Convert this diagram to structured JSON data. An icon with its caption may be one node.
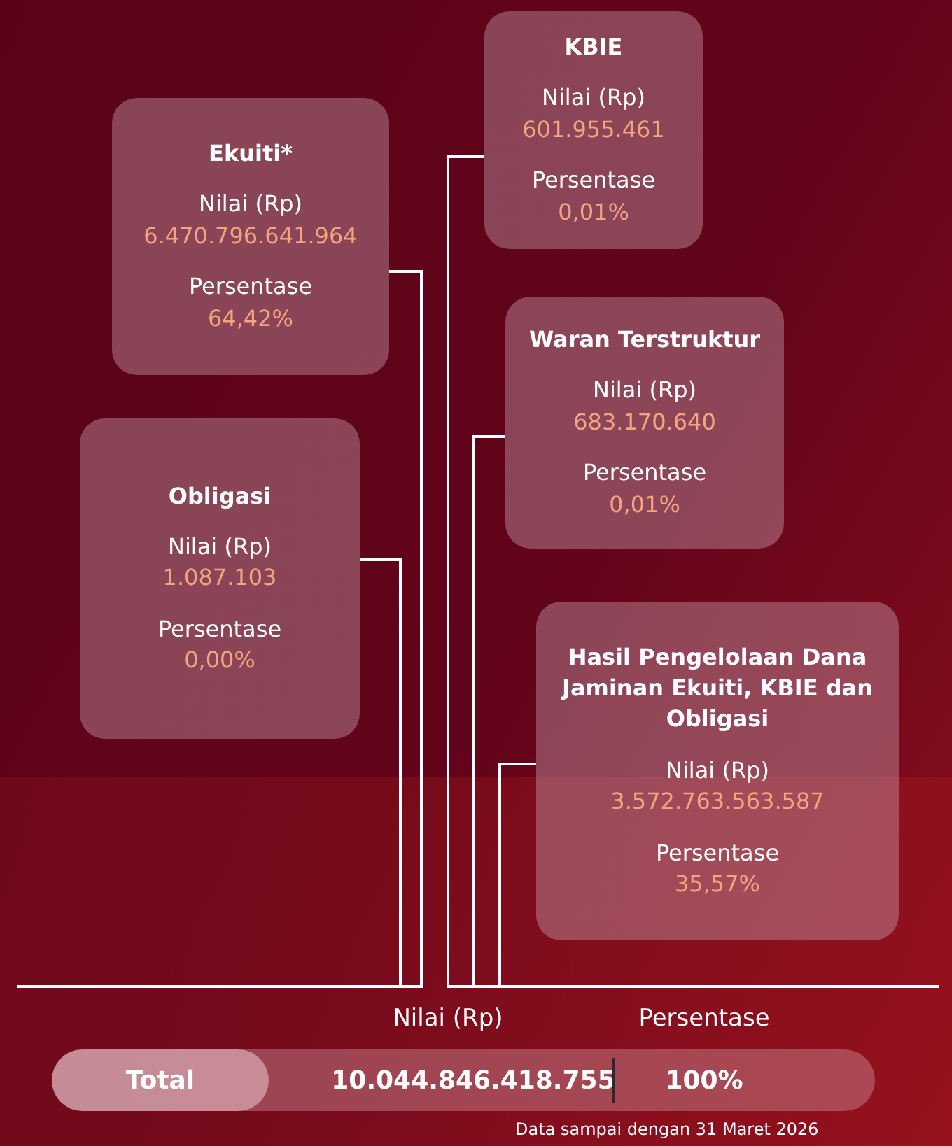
{
  "diagram": {
    "nodes": [
      {
        "text": [
          "Ekuiti*",
          "Nilai (Rp)",
          "6.470.796.641.964",
          "Persentase",
          "64,42%"
        ]
      },
      {
        "text": [
          "Obligasi",
          "Nilai (Rp)",
          "1.087.103",
          "Persentase",
          "0,00%"
        ]
      },
      {
        "text": [
          "KBIE",
          "Nilai (Rp)",
          "601.955.461",
          "Persentase",
          "0,01%"
        ]
      },
      {
        "text": [
          "Waran Terstruktur",
          "Nilai (Rp)",
          "683.170.640",
          "Persentase",
          "0,01%"
        ]
      },
      {
        "text": [
          "Hasil Pengelolaan Dana Jaminan Ekuiti, KBIE dan Obligasi",
          "Nilai (Rp)",
          "3.572.763.563.587",
          "Persentase",
          "35,57%"
        ]
      },
      {
        "text": [],
        "shape": "bar"
      },
      {
        "text": [],
        "shape": "bar"
      }
    ],
    "edges": [
      {
        "from": 0,
        "to": 5,
        "arrow": "none"
      },
      {
        "from": 1,
        "to": 5,
        "arrow": "none"
      },
      {
        "from": 2,
        "to": 6,
        "arrow": "none"
      },
      {
        "from": 3,
        "to": 6,
        "arrow": "none"
      },
      {
        "from": 4,
        "to": 6,
        "arrow": "none"
      }
    ],
    "labels": [
      "Nilai (Rp)",
      "Persentase",
      "Total",
      "10.044.846.418.755",
      "100%",
      "Data sampai dengan 31 Maret 2026"
    ]
  }
}
